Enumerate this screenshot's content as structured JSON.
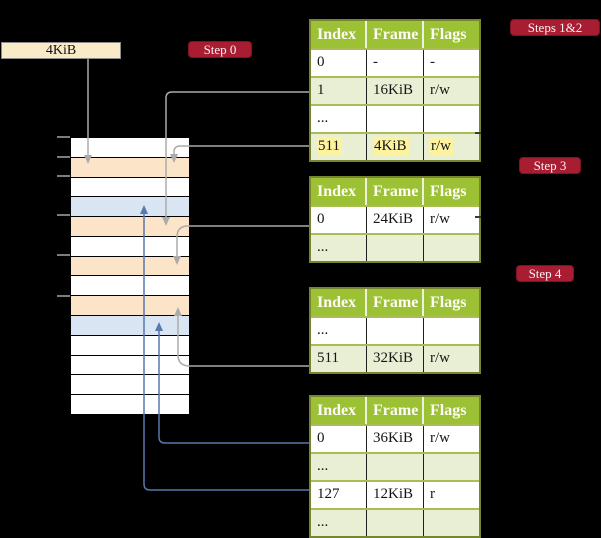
{
  "canvas": {
    "background": "#000000"
  },
  "size_box": {
    "label": "4KiB"
  },
  "badges": [
    {
      "id": "step-0",
      "label": "Step 0"
    },
    {
      "id": "steps-1-2",
      "label": "Steps 1&2"
    },
    {
      "id": "step-3",
      "label": "Step 3"
    },
    {
      "id": "step-4",
      "label": "Step 4"
    }
  ],
  "memory_column": {
    "row_colors": [
      "white",
      "orange",
      "white",
      "blue",
      "orange",
      "white",
      "orange",
      "white",
      "orange",
      "blue",
      "white",
      "white",
      "white",
      "white"
    ]
  },
  "tables": [
    {
      "id": "table-1",
      "headers": [
        "Index",
        "Frame",
        "Flags"
      ],
      "rows": [
        {
          "cells": [
            "0",
            "-",
            "-"
          ],
          "shaded": false,
          "highlighted": false
        },
        {
          "cells": [
            "1",
            "16KiB",
            "r/w"
          ],
          "shaded": true,
          "highlighted": false
        },
        {
          "cells": [
            "...",
            "",
            ""
          ],
          "shaded": false,
          "highlighted": false
        },
        {
          "cells": [
            "511",
            "4KiB",
            "r/w"
          ],
          "shaded": true,
          "highlighted": true
        }
      ]
    },
    {
      "id": "table-2",
      "headers": [
        "Index",
        "Frame",
        "Flags"
      ],
      "rows": [
        {
          "cells": [
            "0",
            "24KiB",
            "r/w"
          ],
          "shaded": false,
          "highlighted": false
        },
        {
          "cells": [
            "...",
            "",
            ""
          ],
          "shaded": true,
          "highlighted": false
        }
      ]
    },
    {
      "id": "table-3",
      "headers": [
        "Index",
        "Frame",
        "Flags"
      ],
      "rows": [
        {
          "cells": [
            "...",
            "",
            ""
          ],
          "shaded": false,
          "highlighted": false
        },
        {
          "cells": [
            "511",
            "32KiB",
            "r/w"
          ],
          "shaded": true,
          "highlighted": false
        }
      ]
    },
    {
      "id": "table-4",
      "headers": [
        "Index",
        "Frame",
        "Flags"
      ],
      "rows": [
        {
          "cells": [
            "0",
            "36KiB",
            "r/w"
          ],
          "shaded": false,
          "highlighted": false
        },
        {
          "cells": [
            "...",
            "",
            ""
          ],
          "shaded": true,
          "highlighted": false
        },
        {
          "cells": [
            "127",
            "12KiB",
            "r"
          ],
          "shaded": false,
          "highlighted": false
        },
        {
          "cells": [
            "...",
            "",
            ""
          ],
          "shaded": true,
          "highlighted": false
        }
      ]
    }
  ],
  "connectors": [
    {
      "from": "size-box",
      "to": "memory-row-2",
      "color": "gray"
    },
    {
      "from": "table-1-row-1",
      "to": "memory-row-5",
      "color": "gray"
    },
    {
      "from": "table-1-row-511",
      "to": "memory-row-2",
      "color": "gray"
    },
    {
      "from": "table-2-row-0",
      "to": "memory-row-7",
      "color": "gray"
    },
    {
      "from": "table-3-row-511",
      "to": "memory-row-9",
      "color": "gray"
    },
    {
      "from": "table-4-row-0",
      "to": "memory-row-10",
      "color": "blue"
    },
    {
      "from": "table-4-row-127",
      "to": "memory-row-4",
      "color": "blue"
    }
  ],
  "colors": {
    "badge_bg": "#a91d33",
    "table_header_bg": "#9cc135",
    "table_row_shade": "#e9efd4",
    "highlight_yellow": "#fdf39e",
    "memory_orange": "#fce4c8",
    "memory_blue": "#d9e5f3",
    "size_box_bg": "#faebc8",
    "gray_arrow": "#ababab",
    "blue_arrow": "#5878ae"
  }
}
